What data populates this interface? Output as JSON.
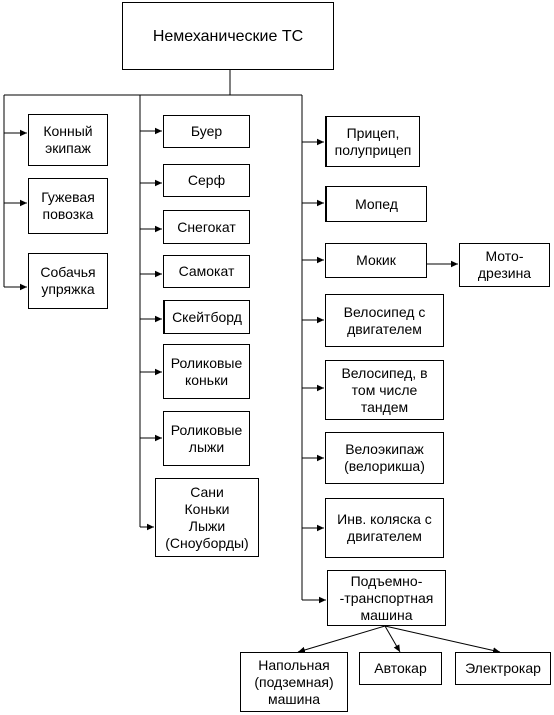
{
  "root": {
    "label": "Немеханические ТС"
  },
  "column_1": [
    {
      "label": "Конный\nэкипаж"
    },
    {
      "label": "Гужевая\nповозка"
    },
    {
      "label": "Собачья\nупряжка"
    }
  ],
  "column_2": [
    {
      "label": "Буер"
    },
    {
      "label": "Серф"
    },
    {
      "label": "Снегокат"
    },
    {
      "label": "Самокат"
    },
    {
      "label": "Скейтборд"
    },
    {
      "label": "Роликовые\nконьки"
    },
    {
      "label": "Роликовые\nлыжи"
    },
    {
      "label": "Сани\nКоньки\nЛыжи\n(Сноуборды)"
    }
  ],
  "column_3": [
    {
      "label": "Прицеп,\nполуприцеп"
    },
    {
      "label": "Мопед"
    },
    {
      "label": "Мокик"
    },
    {
      "label": "Велосипед с\nдвигателем"
    },
    {
      "label": "Велосипед, в\nтом числе\nтандем"
    },
    {
      "label": "Велоэкипаж\n(велорикша)"
    },
    {
      "label": "Инв. коляска с\nдвигателем"
    },
    {
      "label": "Подъемно-\n-транспортная\nмашина"
    }
  ],
  "mokik_child": {
    "label": "Мото-\nдрезина"
  },
  "lifting_children": [
    {
      "label": "Напольная\n(подземная)\nмашина"
    },
    {
      "label": "Автокар"
    },
    {
      "label": "Электрокар"
    }
  ]
}
